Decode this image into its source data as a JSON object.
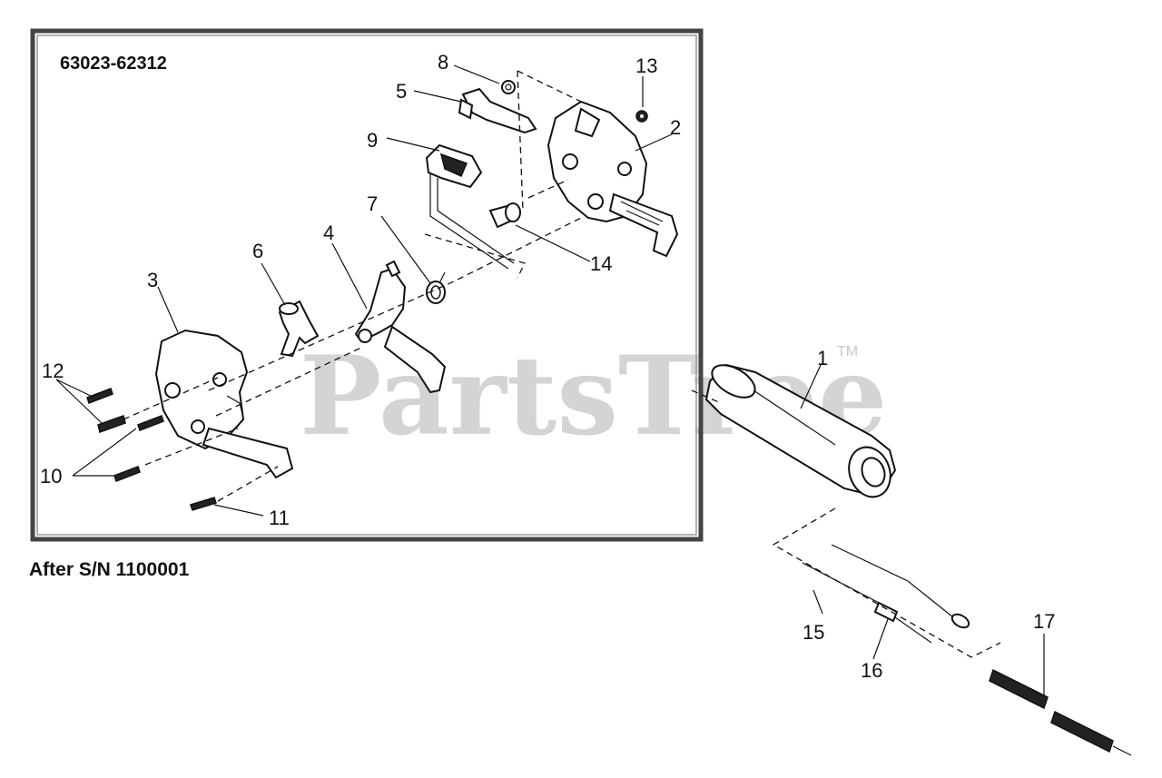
{
  "diagram": {
    "part_code": "63023-62312",
    "serial_note": "After S/N 1100001",
    "watermark": "PartsTree",
    "watermark_tm": "TM",
    "callouts": [
      {
        "id": "1",
        "label": "1"
      },
      {
        "id": "2",
        "label": "2"
      },
      {
        "id": "3",
        "label": "3"
      },
      {
        "id": "4",
        "label": "4"
      },
      {
        "id": "5",
        "label": "5"
      },
      {
        "id": "6",
        "label": "6"
      },
      {
        "id": "7",
        "label": "7"
      },
      {
        "id": "8",
        "label": "8"
      },
      {
        "id": "9",
        "label": "9"
      },
      {
        "id": "10",
        "label": "10"
      },
      {
        "id": "11",
        "label": "11"
      },
      {
        "id": "12",
        "label": "12"
      },
      {
        "id": "13",
        "label": "13"
      },
      {
        "id": "14",
        "label": "14"
      },
      {
        "id": "15",
        "label": "15"
      },
      {
        "id": "16",
        "label": "16"
      },
      {
        "id": "17",
        "label": "17"
      }
    ]
  }
}
